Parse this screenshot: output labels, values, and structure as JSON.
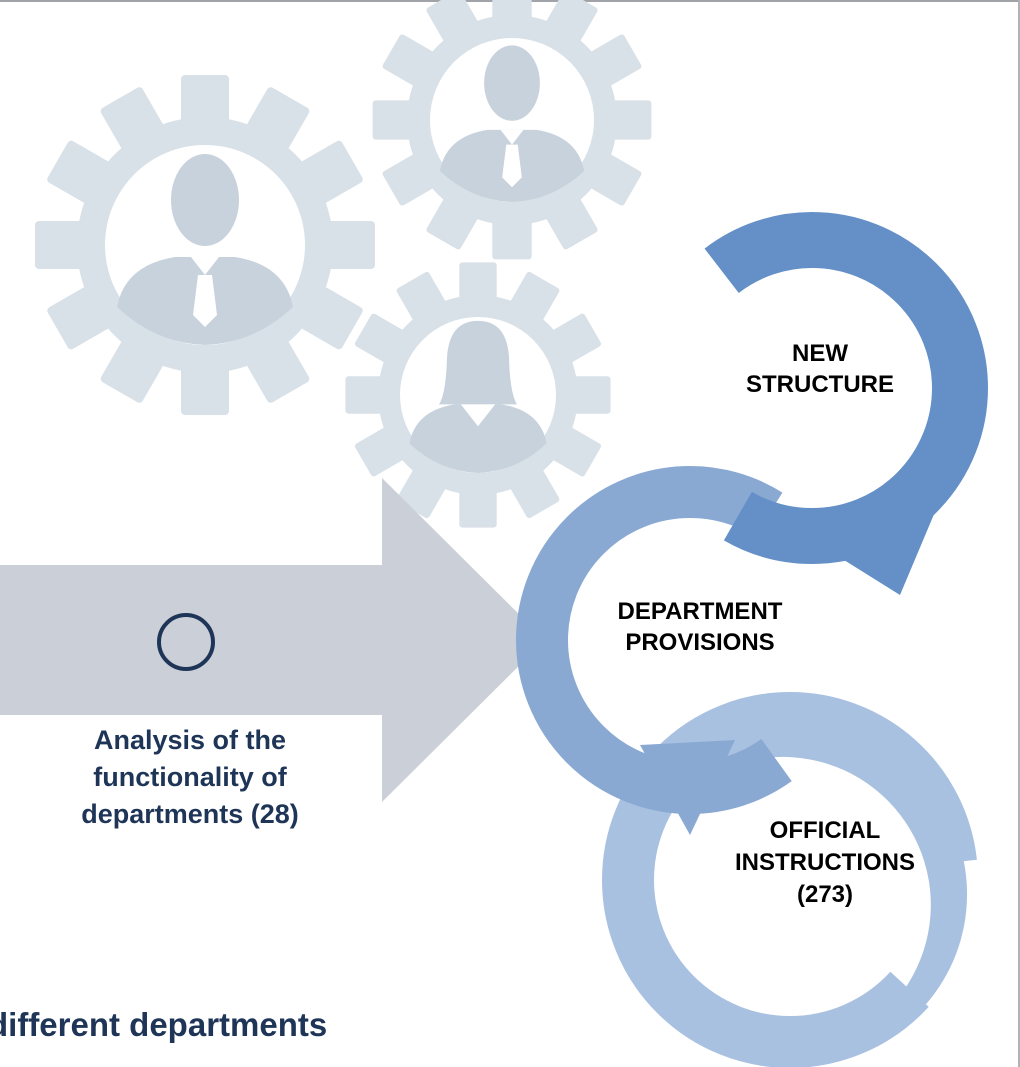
{
  "diagram": {
    "arrow_step": {
      "label": "Analysis of the\nfunctionality of\ndepartments (28)"
    },
    "cycle": [
      {
        "label": "NEW\nSTRUCTURE"
      },
      {
        "label": "DEPARTMENT\nPROVISIONS"
      },
      {
        "label": "OFFICIAL\nINSTRUCTIONS\n(273)"
      }
    ],
    "footer_text": "different departments"
  },
  "colors": {
    "gear": "#d8e0e7",
    "person": "#c9d2db",
    "arrow": "#cbcfd8",
    "ring_1": "#6490c7",
    "ring_2": "#89a9d3",
    "ring_3": "#a9c1e0",
    "text_dark": "#1e3557"
  }
}
